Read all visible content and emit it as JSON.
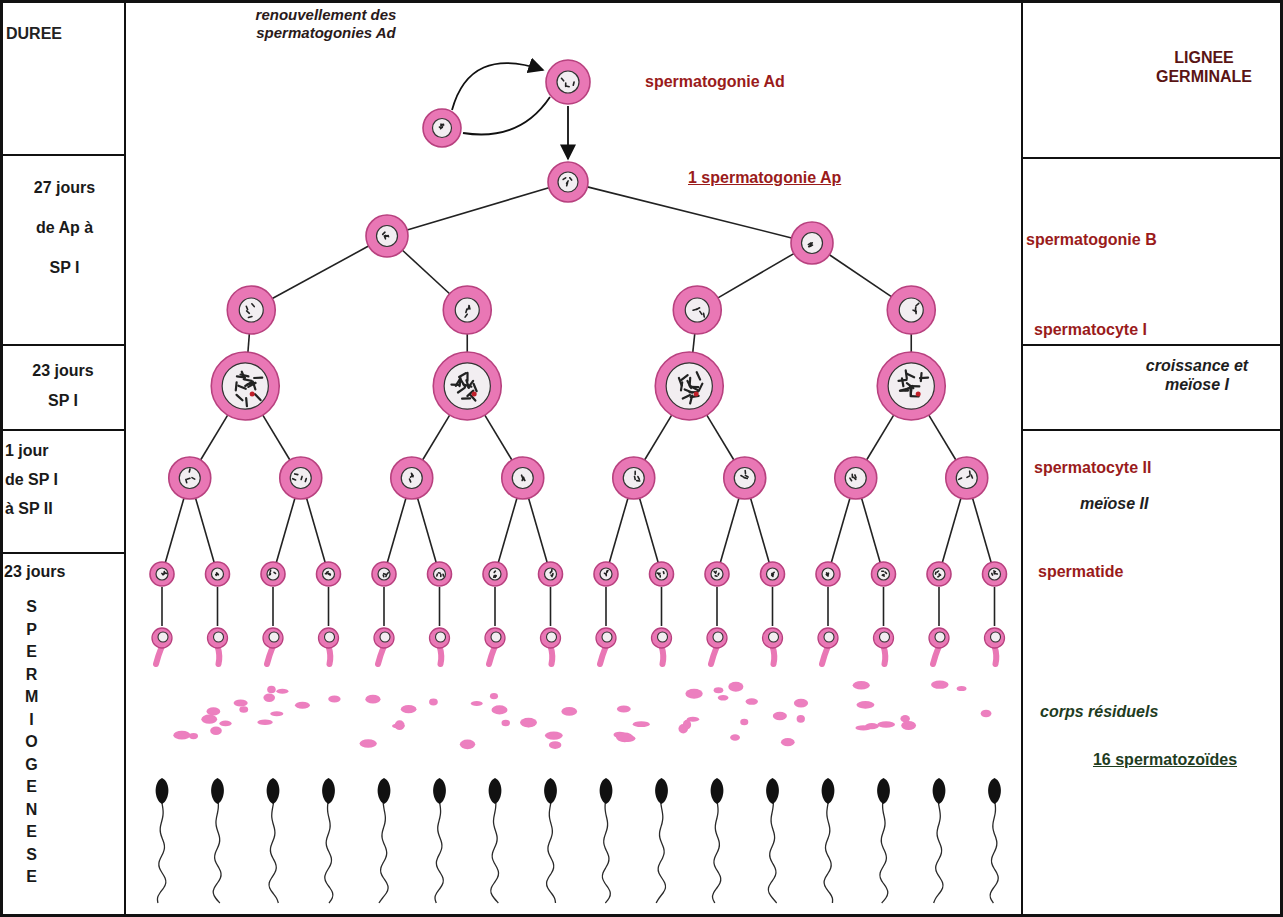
{
  "diagram": {
    "labels": [
      "DUREE",
      "renouvellement des spermatogonies Ad",
      "spermatogonie Ad",
      "LIGNEE GERMINALE",
      "27 jours de Ap à SP I",
      "1 spermatogonie Ap",
      "spermatogonie B",
      "spermatocyte I",
      "23 jours SP I",
      "croissance et meïose I",
      "1 jour de SP I à SP II",
      "spermatocyte II",
      "meïose II",
      "23 jours",
      "spermatide",
      "SPERMIOGENESE",
      "corps résiduels",
      "16 spermatozoïdes"
    ]
  }
}
